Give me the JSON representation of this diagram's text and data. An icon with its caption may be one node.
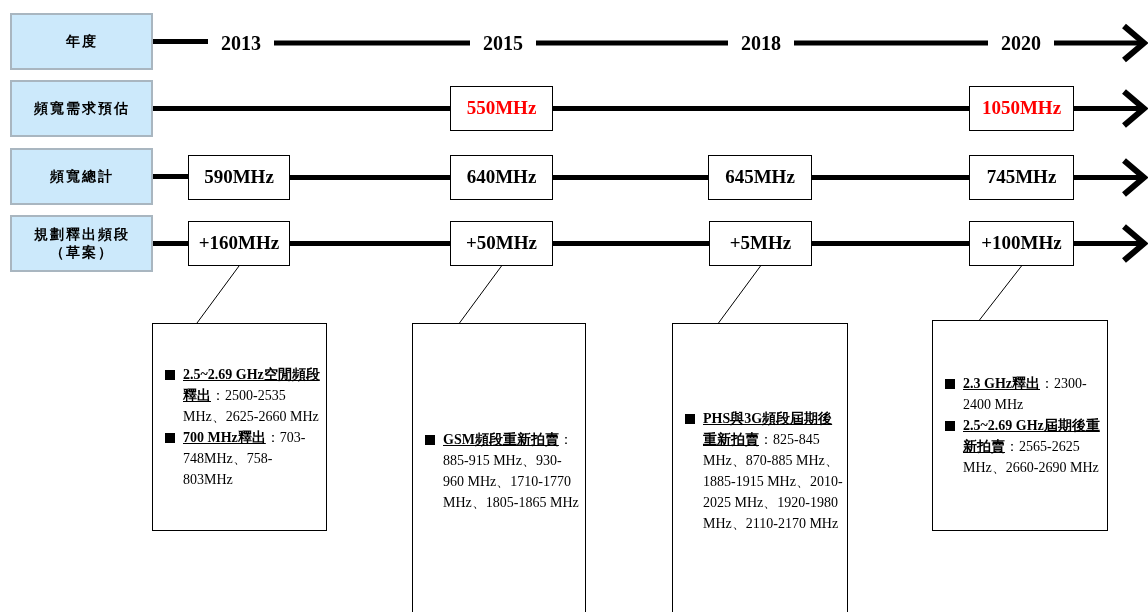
{
  "diagram": {
    "nodes": [
      {
        "text": [
          "年度"
        ]
      },
      {
        "text": [
          "頻寬需求預估"
        ]
      },
      {
        "text": [
          "頻寬總計"
        ]
      },
      {
        "text": [
          "規劃釋出頻段（草案）"
        ]
      },
      {
        "text": [
          "2013"
        ]
      },
      {
        "text": [
          "2015"
        ]
      },
      {
        "text": [
          "2018"
        ]
      },
      {
        "text": [
          "2020"
        ]
      },
      {
        "text": [
          "550MHz"
        ]
      },
      {
        "text": [
          "1050MHz"
        ]
      },
      {
        "text": [
          "590MHz"
        ]
      },
      {
        "text": [
          "640MHz"
        ]
      },
      {
        "text": [
          "645MHz"
        ]
      },
      {
        "text": [
          "745MHz"
        ]
      },
      {
        "text": [
          "+160MHz"
        ]
      },
      {
        "text": [
          "+50MHz"
        ]
      },
      {
        "text": [
          "+5MHz"
        ]
      },
      {
        "text": [
          "+100MHz"
        ]
      },
      {
        "text": [
          "**2.5~2.69 GHz空閒頻段釋出**：2500-2535 MHz、2625-2660 MHz",
          "**700 MHz釋出**：703-748MHz、758-803MHz"
        ]
      },
      {
        "text": [
          "**GSM頻段重新拍賣**：885-915 MHz、930-960 MHz、1710-1770 MHz、1805-1865 MHz"
        ]
      },
      {
        "text": [
          "**PHS與3G頻段屆期後重新拍賣**：825-845 MHz、870-885 MHz、1885-1915 MHz、2010-2025 MHz、1920-1980 MHz、2110-2170 MHz"
        ]
      },
      {
        "text": [
          "**2.3 GHz釋出**：2300-2400 MHz",
          "**2.5~2.69 GHz屆期後重新拍賣**：2565-2625 MHz、2660-2690 MHz"
        ]
      }
    ],
    "edges": [
      {
        "from": 0,
        "to": 4,
        "arrow": "none"
      },
      {
        "from": 4,
        "to": 5,
        "arrow": "none"
      },
      {
        "from": 5,
        "to": 6,
        "arrow": "none"
      },
      {
        "from": 6,
        "to": 7,
        "arrow": "none"
      },
      {
        "from": 7,
        "to": null,
        "arrow": "to"
      },
      {
        "from": 1,
        "to": 8,
        "arrow": "none"
      },
      {
        "from": 8,
        "to": 9,
        "arrow": "none"
      },
      {
        "from": 9,
        "to": null,
        "arrow": "to"
      },
      {
        "from": 2,
        "to": 10,
        "arrow": "none"
      },
      {
        "from": 10,
        "to": 11,
        "arrow": "none"
      },
      {
        "from": 11,
        "to": 12,
        "arrow": "none"
      },
      {
        "from": 12,
        "to": 13,
        "arrow": "none"
      },
      {
        "from": 13,
        "to": null,
        "arrow": "to"
      },
      {
        "from": 3,
        "to": 14,
        "arrow": "none"
      },
      {
        "from": 14,
        "to": 15,
        "arrow": "none"
      },
      {
        "from": 15,
        "to": 16,
        "arrow": "none"
      },
      {
        "from": 16,
        "to": 17,
        "arrow": "none"
      },
      {
        "from": 17,
        "to": null,
        "arrow": "to"
      },
      {
        "from": 14,
        "to": 18,
        "arrow": "none"
      },
      {
        "from": 15,
        "to": 19,
        "arrow": "none"
      },
      {
        "from": 16,
        "to": 20,
        "arrow": "none"
      },
      {
        "from": 17,
        "to": 21,
        "arrow": "none"
      }
    ]
  }
}
